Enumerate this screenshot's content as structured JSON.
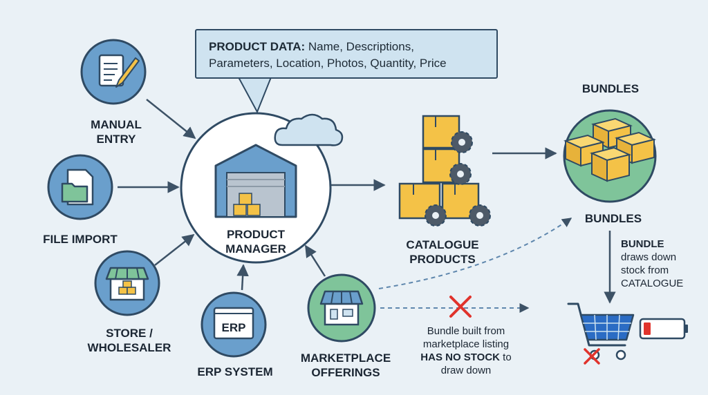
{
  "callout": {
    "heading": "PRODUCT DATA:",
    "line1": "Name, Descriptions,",
    "line2": "Parameters, Location, Photos, Quantity, Price"
  },
  "sources": {
    "manual_entry": [
      "MANUAL",
      "ENTRY"
    ],
    "file_import": "FILE IMPORT",
    "store_wholesaler": [
      "STORE /",
      "WHOLESALER"
    ],
    "erp_system": "ERP SYSTEM",
    "erp_badge": "ERP",
    "marketplace": [
      "MARKETPLACE",
      "OFFERINGS"
    ]
  },
  "hub": {
    "label": [
      "PRODUCT",
      "MANAGER"
    ]
  },
  "catalogue": {
    "label": [
      "CATALOGUE",
      "PRODUCTS"
    ]
  },
  "bundles": {
    "title": "BUNDLES",
    "label": "BUNDLES",
    "note": [
      "BUNDLE",
      "draws down",
      "stock from",
      "CATALOGUE"
    ]
  },
  "marketplace_note": {
    "line1": "Bundle built from",
    "line2": "marketplace listing",
    "line3_bold": "HAS NO STOCK",
    "line3_rest": " to",
    "line4": "draw down"
  },
  "colors": {
    "background": "#eaf1f6",
    "circle_blue": "#6a9fcc",
    "circle_green": "#7fc49a",
    "outline": "#2f4a63",
    "box_yellow": "#f4c247",
    "gear": "#4d5a68",
    "warning_red": "#e0332c",
    "cart_blue": "#2b6cc4"
  }
}
